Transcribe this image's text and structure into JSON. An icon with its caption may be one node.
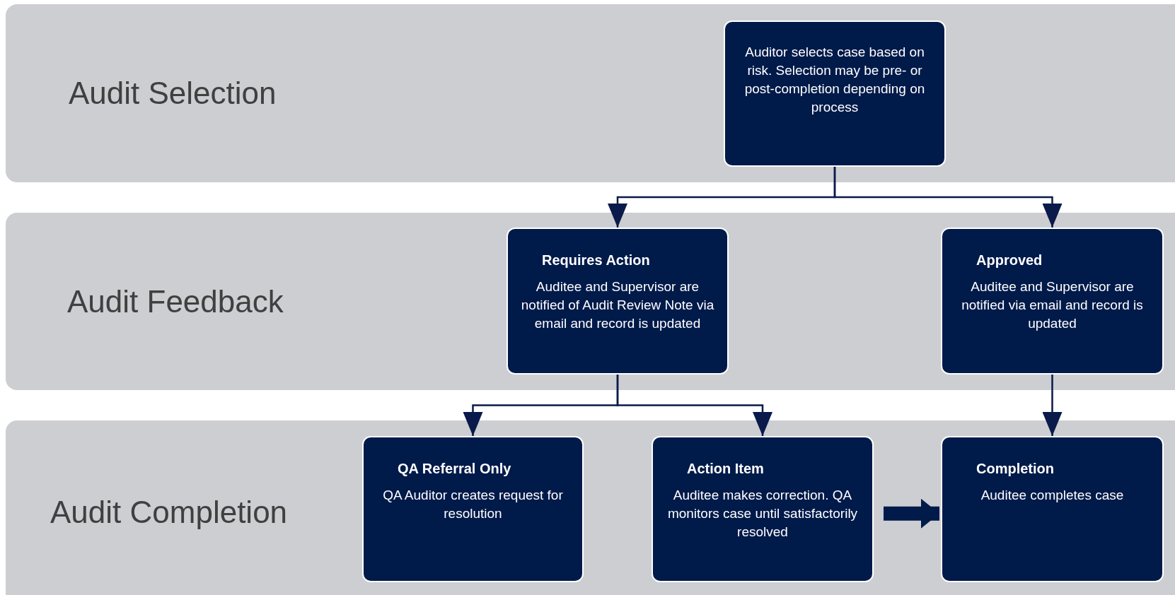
{
  "diagram": {
    "nodes": [
      {
        "text": [
          "Audit Selection"
        ]
      },
      {
        "text": [
          "Auditor selects case based on risk. Selection may be pre- or post-completion depending on process"
        ],
        "in": 0
      },
      {
        "text": [
          "Audit Feedback"
        ]
      },
      {
        "text": [
          "Requires Action",
          "Auditee and Supervisor are notified of Audit Review Note via email and record is updated"
        ],
        "in": 2
      },
      {
        "text": [
          "Approved",
          "Auditee and Supervisor are notified via email and record is updated"
        ],
        "in": 2
      },
      {
        "text": [
          "Audit Completion"
        ]
      },
      {
        "text": [
          "QA Referral Only",
          "QA Auditor creates request for resolution"
        ],
        "in": 5
      },
      {
        "text": [
          "Action Item",
          "Auditee makes correction. QA monitors case until satisfactorily resolved"
        ],
        "in": 5
      },
      {
        "text": [
          "Completion",
          "Auditee completes case"
        ],
        "in": 5
      }
    ],
    "edges": [
      {
        "from": 1,
        "to": 3,
        "arrow": "to"
      },
      {
        "from": 1,
        "to": 4,
        "arrow": "to"
      },
      {
        "from": 3,
        "to": 6,
        "arrow": "to"
      },
      {
        "from": 3,
        "to": 7,
        "arrow": "to"
      },
      {
        "from": 4,
        "to": 8,
        "arrow": "to"
      },
      {
        "from": 7,
        "to": 8,
        "arrow": "to",
        "style": "thick"
      }
    ]
  }
}
